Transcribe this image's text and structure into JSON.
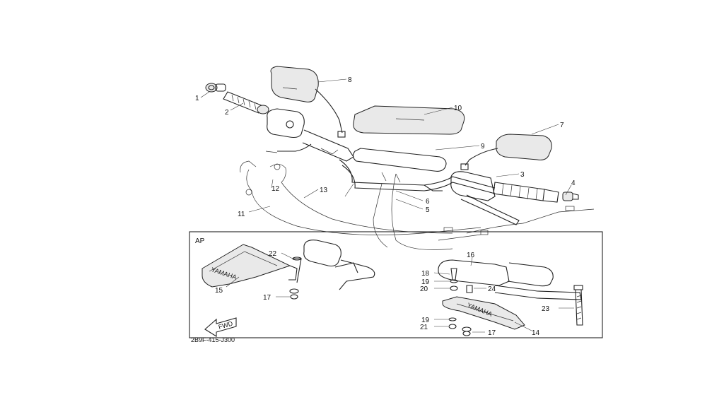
{
  "diagram": {
    "callouts": [
      "1",
      "2",
      "3",
      "4",
      "5",
      "6",
      "7",
      "8",
      "9",
      "10",
      "11",
      "12",
      "13",
      "14",
      "15",
      "16",
      "17",
      "18",
      "19",
      "20",
      "21",
      "22",
      "23",
      "24"
    ],
    "inset_label": "AP",
    "brand_text": "YAMAHA",
    "fwd_label": "FWD",
    "drawing_code": "2B9F-415-J300"
  }
}
